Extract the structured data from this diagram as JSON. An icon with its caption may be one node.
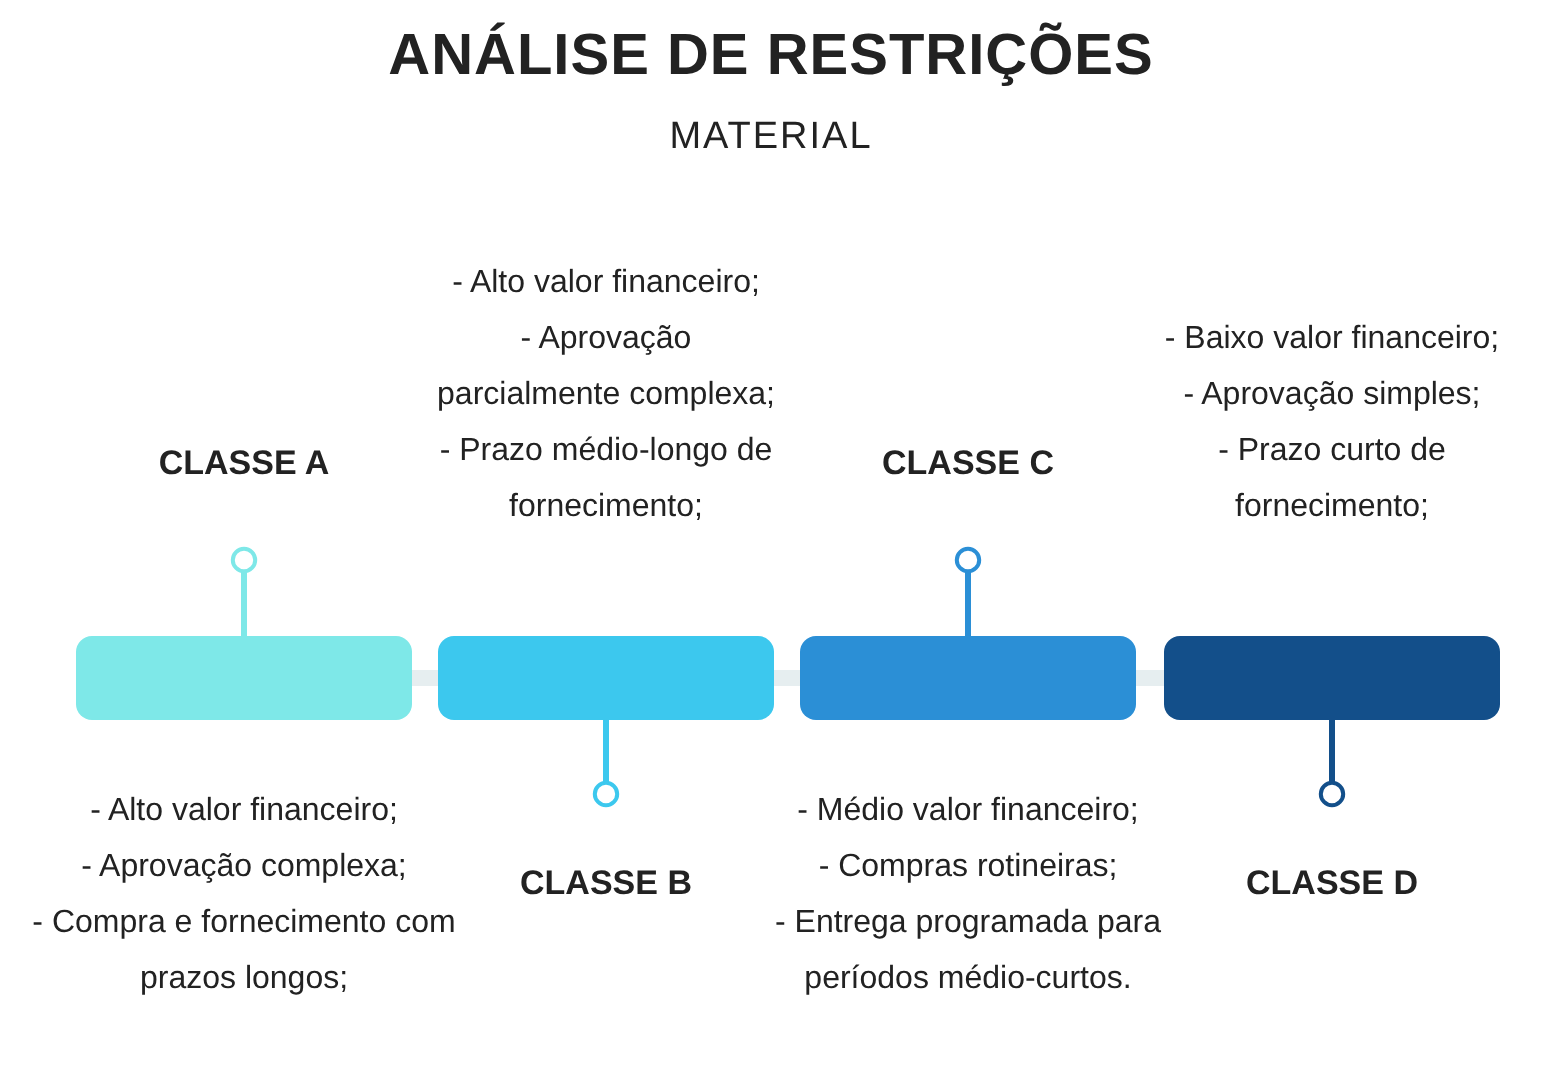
{
  "diagram": {
    "title": "ANÁLISE DE RESTRIÇÕES",
    "caption": "MATERIAL",
    "nodes": [
      {
        "text": [],
        "shape": "bar"
      },
      {
        "text": [],
        "shape": "bar"
      },
      {
        "text": [],
        "shape": "bar"
      },
      {
        "text": [],
        "shape": "bar"
      },
      {
        "text": [
          "CLASSE A"
        ]
      },
      {
        "text": [
          "CLASSE B"
        ]
      },
      {
        "text": [
          "CLASSE C"
        ]
      },
      {
        "text": [
          "CLASSE D"
        ]
      }
    ],
    "edges": [
      {
        "from": 0,
        "to": 1,
        "arrow": "none",
        "style": "thick",
        "color": "#e6eef0"
      },
      {
        "from": 1,
        "to": 2,
        "arrow": "none",
        "style": "thick",
        "color": "#e6eef0"
      },
      {
        "from": 2,
        "to": 3,
        "arrow": "none",
        "style": "thick",
        "color": "#e6eef0"
      },
      {
        "from": 0,
        "to": 4,
        "arrow": "other",
        "color": "#7ee8e8"
      },
      {
        "from": 1,
        "to": 5,
        "arrow": "other",
        "color": "#3cc8ee"
      },
      {
        "from": 2,
        "to": 6,
        "arrow": "other",
        "color": "#2b8fd6"
      },
      {
        "from": 3,
        "to": 7,
        "arrow": "other",
        "color": "#134f8a"
      }
    ],
    "labels": [
      "- Alto valor financeiro;",
      "- Aprovação parcialmente complexa;",
      "- Prazo médio-longo de fornecimento;",
      "- Baixo valor financeiro;",
      "- Aprovação simples;",
      "- Prazo curto de fornecimento;",
      "- Alto valor financeiro;",
      "- Aprovação complexa;",
      "- Compra e fornecimento com prazos longos;",
      "- Médio valor financeiro;",
      "- Compras rotineiras;",
      "- Entrega programada para períodos médio-curtos."
    ]
  }
}
